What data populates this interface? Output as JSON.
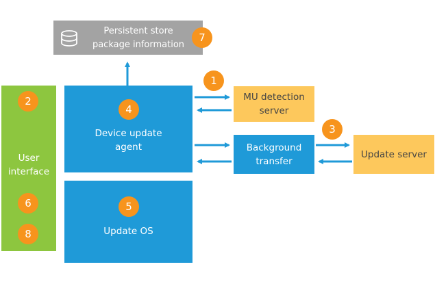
{
  "colors": {
    "blue": "#1f9ad8",
    "gray": "#a3a3a3",
    "green": "#8dc63f",
    "yellow": "#fdc85c",
    "orange": "#f7941d",
    "arrow": "#1f9ad8"
  },
  "icons": {
    "store": "database-icon"
  },
  "nodes": {
    "store": {
      "label": "Persistent store\npackage information",
      "badge": "7"
    },
    "user_interface": {
      "label": "User\ninterface",
      "badges": [
        "2",
        "6",
        "8"
      ]
    },
    "agent": {
      "label": "Device update\nagent",
      "badge": "4"
    },
    "update_os": {
      "label": "Update OS",
      "badge": "5"
    },
    "mu_detection": {
      "label": "MU detection\nserver",
      "badge": "1"
    },
    "background_transfer": {
      "label": "Background\ntransfer"
    },
    "update_server": {
      "label": "Update server",
      "badge": "3"
    }
  }
}
